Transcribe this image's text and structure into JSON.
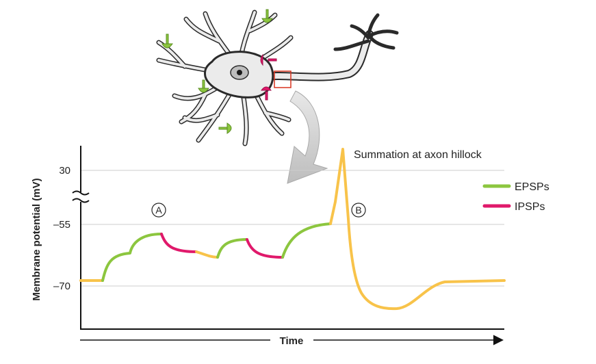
{
  "figure": {
    "annotation": "Summation at axon hillock",
    "marker_a": "A",
    "marker_b": "B",
    "y_axis_label": "Membrane potential (mV)",
    "x_axis_label": "Time",
    "y_ticks": [
      "30",
      "–55",
      "–70"
    ],
    "legend": [
      {
        "label": "EPSPs",
        "color": "#8cc63f"
      },
      {
        "label": "IPSPs",
        "color": "#e0196b"
      }
    ],
    "colors": {
      "epsp": "#8cc63f",
      "ipsp": "#e0196b",
      "action_potential": "#f8c34a",
      "axon_hillock_box": "#d9331e",
      "neuron_body": "#ebebeb"
    }
  }
}
